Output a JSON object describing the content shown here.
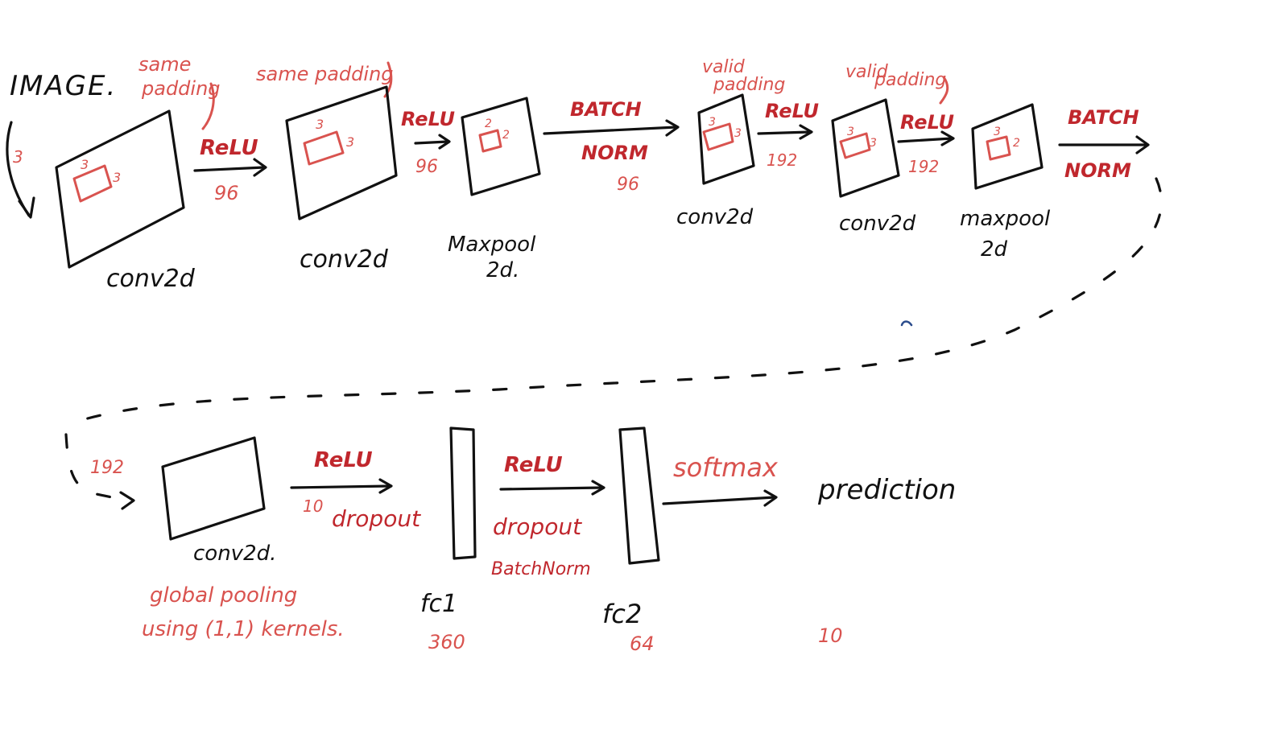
{
  "colors": {
    "ink": "#111111",
    "annotation": "#d9534f",
    "annotation_dark": "#c0272d",
    "stray_mark": "#2b4c8c"
  },
  "input": {
    "label": "IMAGE.",
    "channels": "3"
  },
  "stage1": {
    "padding_note": [
      "same",
      "padding"
    ],
    "kernel_h": "3",
    "kernel_w": "3",
    "layer": "conv2d",
    "activation": "ReLU",
    "filters": "96"
  },
  "stage2": {
    "padding_note": "same padding",
    "kernel_h": "3",
    "kernel_w": "3",
    "layer": "conv2d",
    "activation": "ReLU",
    "filters": "96"
  },
  "stage3": {
    "kernel_h": "2",
    "kernel_w": "2",
    "layer": [
      "Maxpool",
      "2d."
    ],
    "norm": [
      "BATCH",
      "NORM"
    ],
    "filters": "96"
  },
  "stage4": {
    "padding_note": [
      "valid",
      "padding"
    ],
    "kernel_h": "3",
    "kernel_w": "3",
    "layer": "conv2d",
    "activation": "ReLU",
    "filters": "192"
  },
  "stage5": {
    "padding_note": [
      "valid",
      "padding"
    ],
    "kernel_h": "3",
    "kernel_w": "3",
    "layer": "conv2d",
    "activation": "ReLU",
    "filters": "192"
  },
  "stage6": {
    "kernel_h": "3",
    "kernel_w": "2",
    "layer": [
      "maxpool",
      "2d"
    ],
    "norm": [
      "BATCH",
      "NORM"
    ]
  },
  "stage7": {
    "in_channels": "192",
    "layer": "conv2d.",
    "note": [
      "global pooling",
      "using (1,1) kernels."
    ],
    "activation": "ReLU",
    "filters": "10",
    "regularization": "dropout"
  },
  "fc1": {
    "label": "fc1",
    "units": "360",
    "activation": "ReLU",
    "regularization": [
      "dropout",
      "BatchNorm"
    ]
  },
  "fc2": {
    "label": "fc2",
    "units": "64",
    "activation": "softmax"
  },
  "output": {
    "label": "prediction",
    "classes": "10"
  }
}
